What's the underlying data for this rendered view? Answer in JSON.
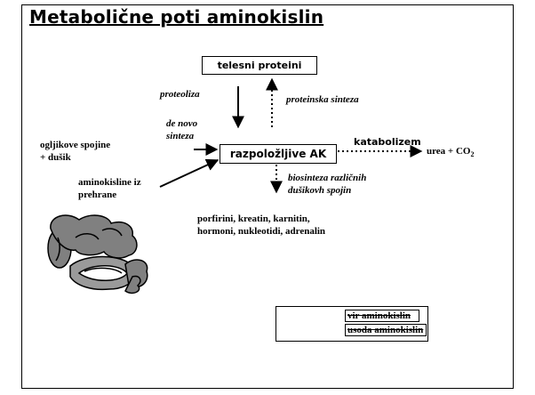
{
  "title": "Metabolične poti aminokislin",
  "nodes": {
    "body_proteins": "telesni proteini",
    "available_aa": "razpoložljive AK"
  },
  "labels": {
    "proteolysis": "proteoliza",
    "protein_synthesis": "proteinska sinteza",
    "de_novo_line1": "de novo",
    "de_novo_line2": "sinteza",
    "carbon_line1": "ogljikove spojine",
    "carbon_line2": "+ dušik",
    "dietary_line1": "aminokisline iz",
    "dietary_line2": "prehrane",
    "catabolism": "katabolizem",
    "urea_text": "urea + CO",
    "urea_sub": "2",
    "biosynthesis_line1": "biosinteza različnih",
    "biosynthesis_line2": "dušikovh spojin",
    "products_line1": "porfirini, kreatin, karnitin,",
    "products_line2": "hormoni, nukleotidi, adrenalin"
  },
  "legend": {
    "source": "vir aminokislin",
    "fate": "usoda aminokislin"
  },
  "icons": {
    "illustration": "intestine-icon"
  }
}
